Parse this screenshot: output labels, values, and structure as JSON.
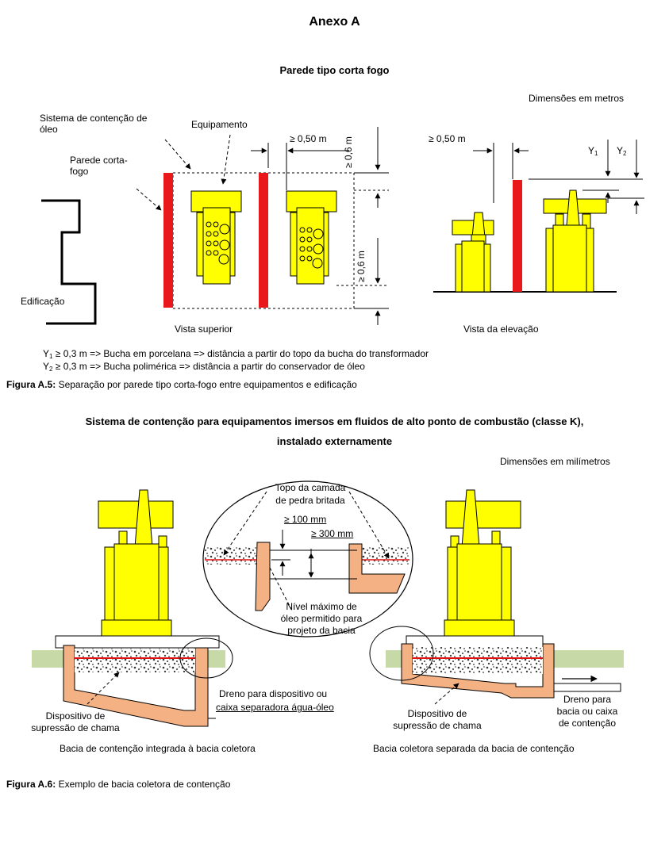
{
  "page": {
    "title": "Anexo A"
  },
  "figure_a5": {
    "heading": "Parede tipo corta fogo",
    "units_note": "Dimensões em metros",
    "labels": {
      "oil_system_line1": "Sistema  de  contenção  de",
      "oil_system_line2": "óleo",
      "equipment": "Equipamento",
      "firewall_line1": "Parede          corta-",
      "firewall_line2": "fogo",
      "building": "Edificação",
      "dist_top": "≥ 0,50 m",
      "dist_right_top": "≥ 0,6 m",
      "dist_right_bottom": "≥ 0,6 m",
      "dist_elev": "≥ 0,50 m",
      "y1": "Y",
      "y1_sub": "1",
      "y2": "Y",
      "y2_sub": "2",
      "top_view": "Vista superior",
      "elevation_view": "Vista da elevação"
    },
    "notes": [
      {
        "sym": "Y",
        "sub": "1",
        "text": " ≥ 0,3 m => Bucha em porcelana => distância a partir do topo da bucha do transformador"
      },
      {
        "sym": "Y",
        "sub": "2",
        "text": " ≥ 0,3 m => Bucha polimérica => distância a partir do conservador de óleo"
      }
    ],
    "caption_label": "Figura A.5:",
    "caption_text": " Separação por parede tipo corta-fogo entre equipamentos e edificação"
  },
  "figure_a6": {
    "heading_line1": "Sistema de contenção para equipamentos imersos em fluidos de alto ponto de combustão (classe K),",
    "heading_line2": "instalado externamente",
    "units_note": "Dimensões em milímetros",
    "labels": {
      "crushed_stone_line1": "Topo da camada",
      "crushed_stone_line2": "de pedra britada",
      "min_100": "≥ 100 mm",
      "min_300": "≥ 300 mm",
      "max_oil_line1": "Nível máximo de",
      "max_oil_line2": "óleo permitido para",
      "max_oil_line3": "projeto da bacia",
      "drain_left_line1": "Dreno para dispositivo ou",
      "drain_left_line2": "caixa separadora água-óleo",
      "flame_left_line1": "Dispositivo de",
      "flame_left_line2": "supressão de chama",
      "flame_right_line1": "Dispositivo de",
      "flame_right_line2": "supressão de chama",
      "drain_right_line1": "Dreno para",
      "drain_right_line2": "bacia ou caixa",
      "drain_right_line3": "de contenção",
      "basin_integrated": "Bacia de contenção integrada à bacia coletora",
      "basin_separate": "Bacia coletora separada da bacia de contenção"
    },
    "caption_label": "Figura A.6:",
    "caption_text": " Exemplo de bacia coletora de contenção"
  },
  "colors": {
    "equipment": "#ffff00",
    "firewall": "#e8181b",
    "basin": "#f4b183",
    "ground": "#c7d9a6",
    "oil_line": "#e01010"
  }
}
